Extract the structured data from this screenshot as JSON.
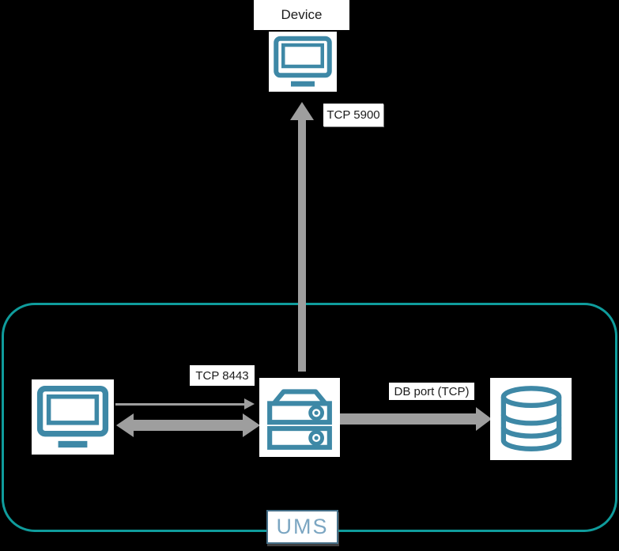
{
  "colors": {
    "background": "#000000",
    "icon_teal": "#3e88a6",
    "container_border": "#0f9c9c",
    "arrow_gray": "#9e9e9e",
    "label_bg": "#ffffff",
    "label_text": "#1c1c1c",
    "ums_border": "#456f88",
    "ums_text": "#7ba6c2"
  },
  "labels": {
    "device": "Device",
    "vnc_port": "TCP 5900",
    "console_port": "TCP 8443",
    "db_port": "DB port (TCP)",
    "container": "UMS"
  },
  "icons": {
    "device": "monitor-icon",
    "console": "monitor-icon",
    "server": "server-icon",
    "database": "database-icon"
  }
}
